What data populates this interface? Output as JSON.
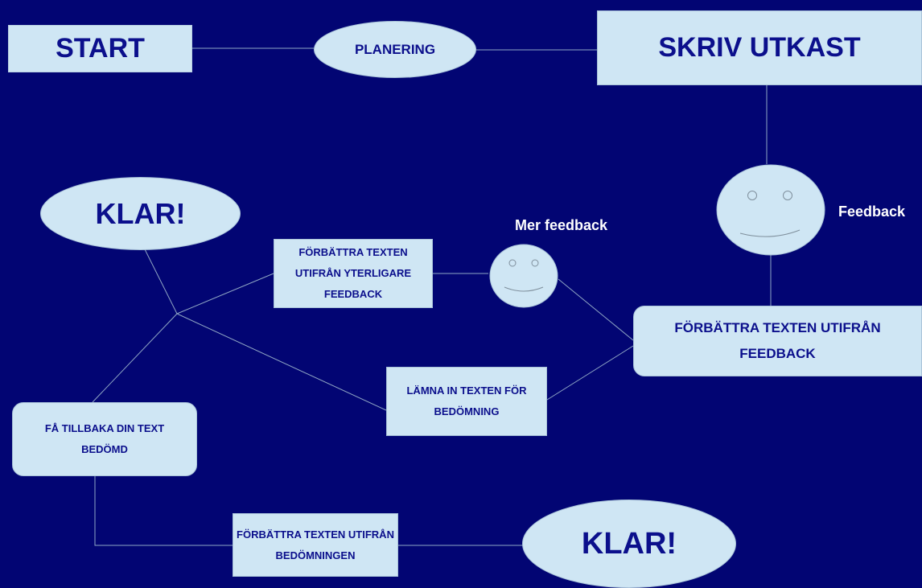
{
  "colors": {
    "background": "#020573",
    "node_fill": "#cfe6f4",
    "node_text": "#0b0f8c",
    "connector": "#8fa6c4",
    "label_text": "#ffffff"
  },
  "nodes": {
    "start": "START",
    "planning": "PLANERING",
    "write_draft": "SKRIV UTKAST",
    "improve_feedback": "FÖRBÄTTRA TEXTEN UTIFRÅN FEEDBACK",
    "improve_more_feedback": "FÖRBÄTTRA TEXTEN UTIFRÅN YTERLIGARE FEEDBACK",
    "submit": "LÄMNA IN TEXTEN FÖR BEDÖMNING",
    "get_back": "FÅ TILLBAKA DIN TEXT BEDÖMD",
    "improve_assessment": "FÖRBÄTTRA TEXTEN UTIFRÅN BEDÖMNINGEN",
    "done_top": "KLAR!",
    "done_bottom": "KLAR!"
  },
  "labels": {
    "feedback": "Feedback",
    "more_feedback": "Mer feedback"
  },
  "icons": [
    "smiley-icon",
    "smiley-icon"
  ]
}
